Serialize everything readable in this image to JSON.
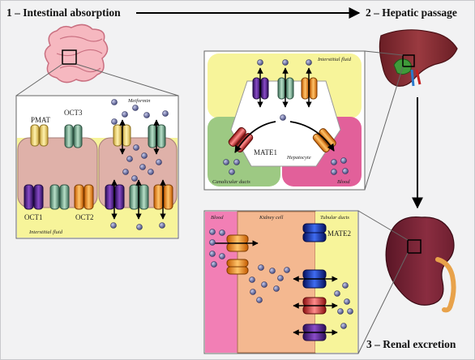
{
  "titles": {
    "step1": "1 – Intestinal absorption",
    "step2": "2 – Hepatic passage",
    "step3": "3 – Renal excretion"
  },
  "intestine_panel": {
    "pmat": "PMAT",
    "oct3": "OCT3",
    "oct1": "OCT1",
    "oct2": "OCT2",
    "metformin": "Metformin",
    "interstitial_fluid": "Interstitial fluid"
  },
  "liver_panel": {
    "interstitial_fluid": "Interstitial fluid",
    "mate1": "MATE1",
    "hepatocyte": "Hepatocyte",
    "canalicular_ducts": "Canalicular ducts",
    "blood": "Blood"
  },
  "kidney_panel": {
    "blood": "Blood",
    "kidney_cell": "Kidney cell",
    "tubular_ducts": "Tubular ducts",
    "mate2": "MATE2"
  },
  "colors": {
    "yellow_region": "#f7f49a",
    "pink_cell": "#dfb1a9",
    "green_region": "#9dc983",
    "pink_region": "#e2609a",
    "kidney_cell": "#f4b890",
    "molecule": "#6a6fa3"
  }
}
